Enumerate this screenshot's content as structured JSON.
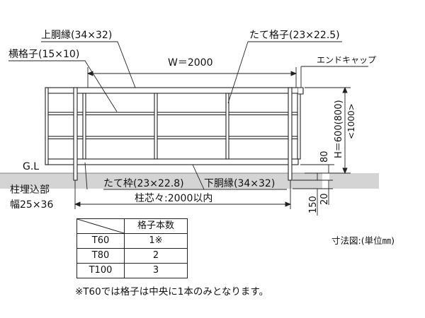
{
  "labels": {
    "upper_rail": "上胴縁(34×32)",
    "vertical_bar": "たて格子(23×22.5)",
    "horizontal_bar": "横格子(15×10)",
    "width": "W＝2000",
    "end_cap": "エンドキャップ",
    "height_main": "H＝600(800)",
    "height_alt": "<1000>",
    "dim_80": "80",
    "ground": "G.L",
    "vertical_frame": "たて枠(23×22.8)",
    "lower_rail": "下胴縁(34×32)",
    "post_depth": "柱埋込部",
    "post_width": "幅25×36",
    "post_pitch": "柱芯々:2000以内",
    "dim_150": "150",
    "dim_20": "20"
  },
  "table": {
    "header": "格子本数",
    "rows": [
      {
        "type": "T60",
        "count": "1※"
      },
      {
        "type": "T80",
        "count": "2"
      },
      {
        "type": "T100",
        "count": "3"
      }
    ]
  },
  "unit_note": "寸法図:(単位㎜)",
  "footnote": "※T60では格子は中央に1本のみとなります。"
}
